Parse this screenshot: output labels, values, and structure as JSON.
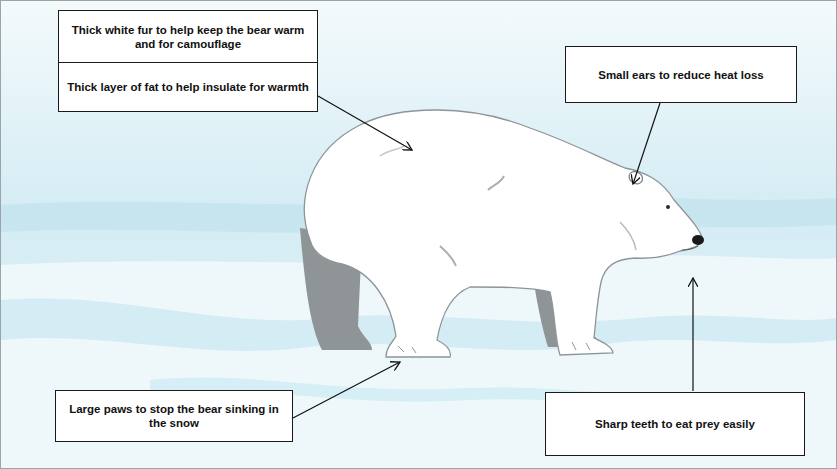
{
  "diagram": {
    "nodes": [
      {
        "text": [
          "Thick white fur to help keep the bear warm and for camouflage"
        ]
      },
      {
        "text": [
          "Thick layer of fat to help insulate for warmth"
        ]
      },
      {
        "text": [
          "Small ears to reduce heat loss"
        ]
      },
      {
        "text": [
          "Large paws to stop the bear sinking in the snow"
        ]
      },
      {
        "text": [
          "Sharp teeth to eat prey easily"
        ]
      }
    ]
  }
}
